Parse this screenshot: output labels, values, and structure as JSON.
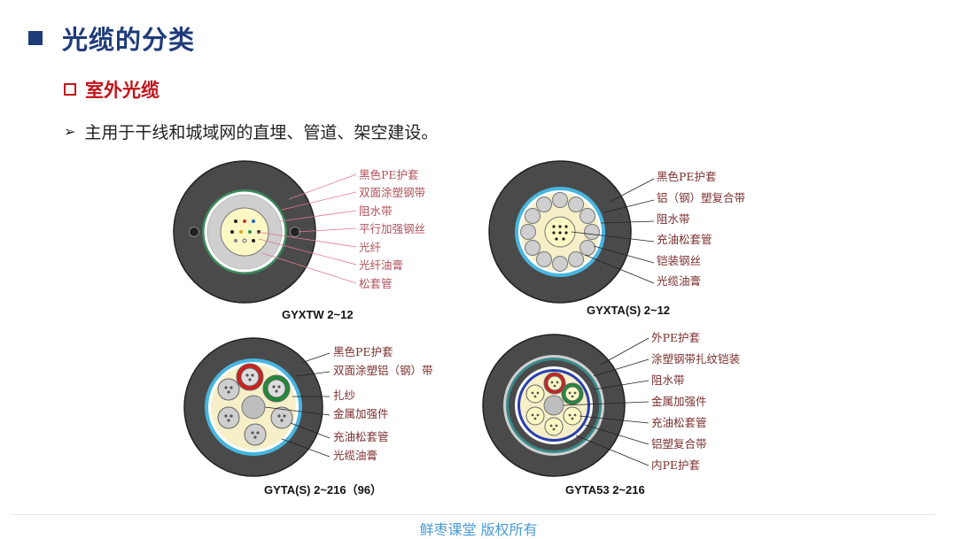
{
  "title": "光缆的分类",
  "subtitle": "室外光缆",
  "bullet": "主用于干线和城域网的直埋、管道、架空建设。",
  "footer": "鲜枣课堂  版权所有",
  "colors": {
    "title": "#1f3c7a",
    "subtitle": "#c0141b",
    "footer": "#4a9ad6",
    "label": "#b0505a"
  },
  "cables": {
    "gyxtw": {
      "caption": "GYXTW  2~12",
      "labels": [
        "黑色PE护套",
        "双面涂塑钢带",
        "阻水带",
        "平行加强钢丝",
        "光纤",
        "光纤油膏",
        "松套管"
      ]
    },
    "gyxta": {
      "caption": "GYXTA(S)  2~12",
      "labels": [
        "黑色PE护套",
        "铝（钢）塑复合带",
        "阻水带",
        "充油松套管",
        "铠装钢丝",
        "光缆油膏"
      ]
    },
    "gyta": {
      "caption": "GYTA(S)  2~216（96）",
      "labels": [
        "黑色PE护套",
        "双面涂塑铝（钢）带",
        "扎纱",
        "金属加强件",
        "充油松套管",
        "光缆油膏"
      ]
    },
    "gyta53": {
      "caption": "GYTA53  2~216",
      "labels": [
        "外PE护套",
        "涂塑钢带扎纹铠装",
        "阻水带",
        "金属加强件",
        "充油松套管",
        "铝塑复合带",
        "内PE护套"
      ]
    }
  }
}
